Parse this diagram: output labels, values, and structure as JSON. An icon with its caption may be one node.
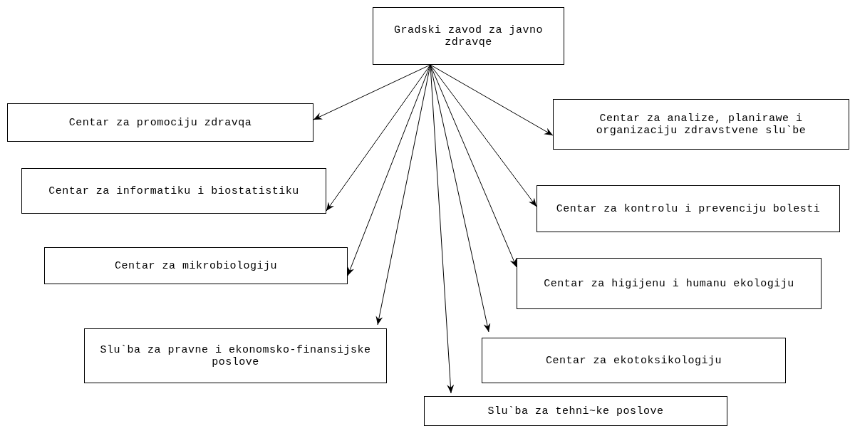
{
  "diagram": {
    "nodes": [
      {
        "text": [
          "Gradski zavod za javno zdravqe"
        ]
      },
      {
        "text": [
          "Centar za promociju zdravqa"
        ]
      },
      {
        "text": [
          "Centar za analize, planirawe i organizaciju zdravstvene slu`be"
        ]
      },
      {
        "text": [
          "Centar za informatiku i biostatistiku"
        ]
      },
      {
        "text": [
          "Centar za kontrolu i prevenciju bolesti"
        ]
      },
      {
        "text": [
          "Centar za mikrobiologiju"
        ]
      },
      {
        "text": [
          "Centar za higijenu i humanu ekologiju"
        ]
      },
      {
        "text": [
          "Slu`ba za pravne i ekonomsko-finansijske poslove"
        ]
      },
      {
        "text": [
          "Centar za ekotoksikologiju"
        ]
      },
      {
        "text": [
          "Slu`ba za tehni~ke poslove"
        ]
      }
    ],
    "edges": [
      {
        "from": 0,
        "to": 1,
        "arrow": "to"
      },
      {
        "from": 0,
        "to": 2,
        "arrow": "to"
      },
      {
        "from": 0,
        "to": 3,
        "arrow": "to"
      },
      {
        "from": 0,
        "to": 4,
        "arrow": "to"
      },
      {
        "from": 0,
        "to": 5,
        "arrow": "to"
      },
      {
        "from": 0,
        "to": 6,
        "arrow": "to"
      },
      {
        "from": 0,
        "to": 7,
        "arrow": "to"
      },
      {
        "from": 0,
        "to": 8,
        "arrow": "to"
      },
      {
        "from": 0,
        "to": 9,
        "arrow": "to"
      }
    ]
  }
}
